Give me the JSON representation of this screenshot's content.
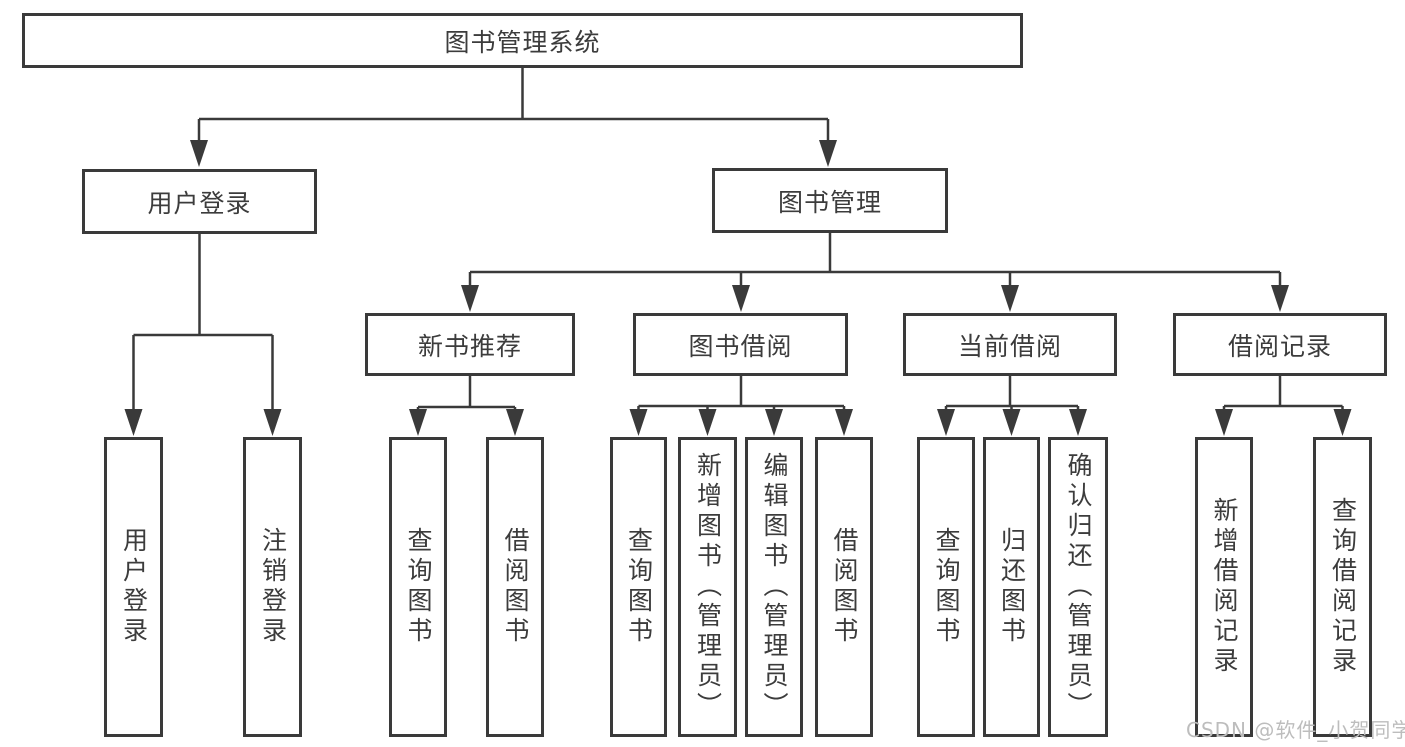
{
  "tree": {
    "root": {
      "label": "图书管理系统"
    },
    "branches": [
      {
        "label": "用户登录",
        "children": [
          {
            "label": "用户登录"
          },
          {
            "label": "注销登录"
          }
        ]
      },
      {
        "label": "图书管理",
        "children": [
          {
            "label": "新书推荐",
            "children": [
              {
                "label": "查询图书"
              },
              {
                "label": "借阅图书"
              }
            ]
          },
          {
            "label": "图书借阅",
            "children": [
              {
                "label": "查询图书"
              },
              {
                "label": "新增图书（管理员）"
              },
              {
                "label": "编辑图书（管理员）"
              },
              {
                "label": "借阅图书"
              }
            ]
          },
          {
            "label": "当前借阅",
            "children": [
              {
                "label": "查询图书"
              },
              {
                "label": "归还图书"
              },
              {
                "label": "确认归还（管理员）"
              }
            ]
          },
          {
            "label": "借阅记录",
            "children": [
              {
                "label": "新增借阅记录"
              },
              {
                "label": "查询借阅记录"
              }
            ]
          }
        ]
      }
    ]
  },
  "watermark": {
    "text": "CSDN @软件_小贺同学"
  },
  "colors": {
    "line": "#3a3a3a",
    "text": "#3c3c3c",
    "watermark": "#bdbdbd",
    "background": "#ffffff"
  }
}
